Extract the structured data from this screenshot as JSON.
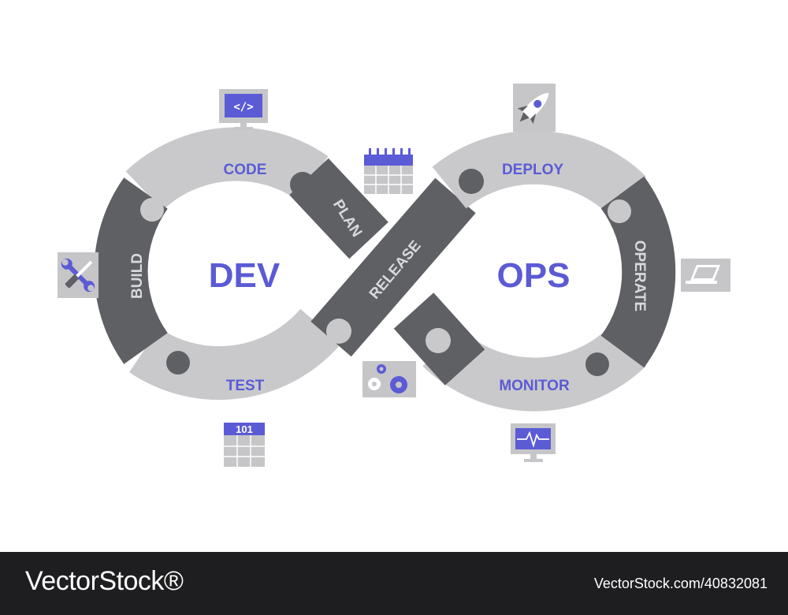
{
  "diagram": {
    "dev_label": "DEV",
    "ops_label": "OPS",
    "stages": {
      "code": "CODE",
      "plan": "PLAN",
      "build": "BUILD",
      "test": "TEST",
      "release": "RELEASE",
      "deploy": "DEPLOY",
      "operate": "OPERATE",
      "monitor": "MONITOR"
    },
    "test_icon_text": "101",
    "colors": {
      "accent": "#5b5bd6",
      "light_segment": "#c9c9cc",
      "dark_segment": "#5f6064",
      "icon_gray": "#c6c6c9",
      "footer_bg": "#1e1e20"
    },
    "icons": [
      "code-monitor-icon",
      "calendar-icon",
      "rocket-icon",
      "tools-icon",
      "laptop-icon",
      "gears-icon",
      "table-icon",
      "pulse-monitor-icon"
    ]
  },
  "footer": {
    "brand": "VectorStock®",
    "image_id": "VectorStock.com/40832081"
  }
}
